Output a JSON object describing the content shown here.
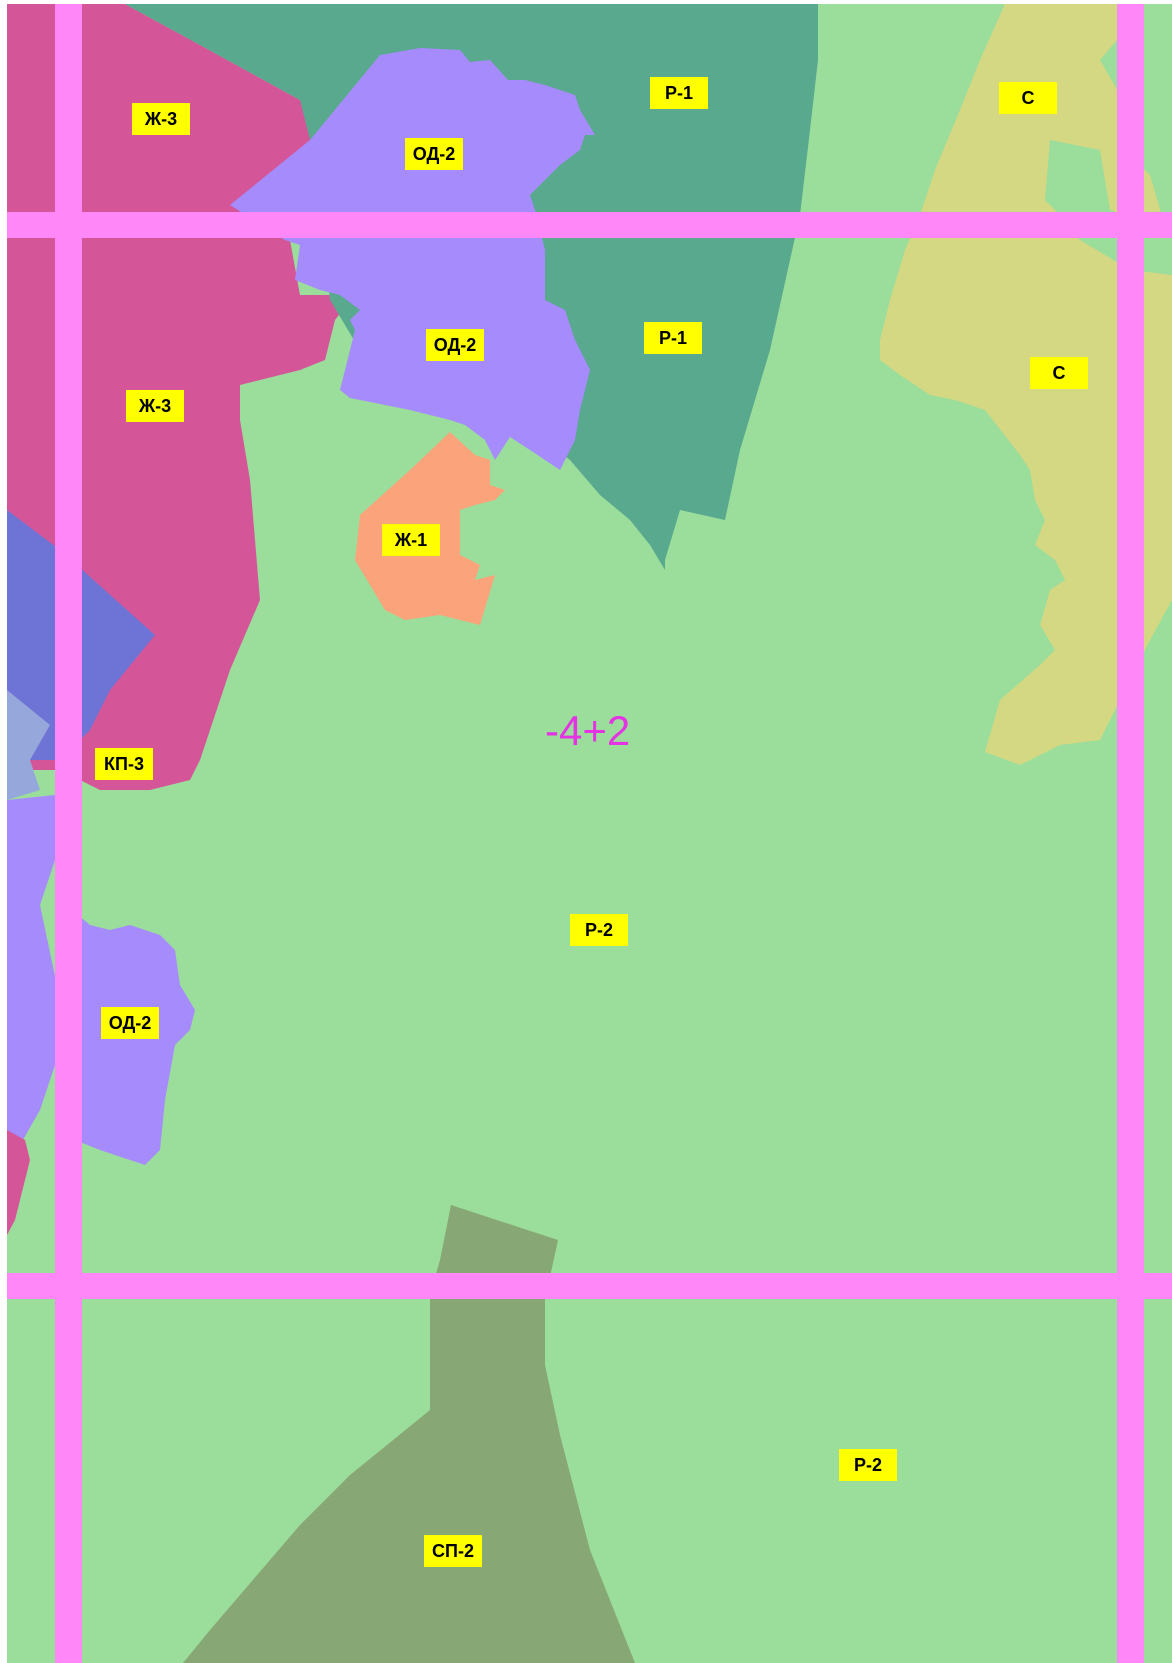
{
  "map": {
    "colors": {
      "base": "#9bdd9b",
      "zh3": "#d45699",
      "r1": "#58a98e",
      "od2": "#a68bfc",
      "s": "#d4d882",
      "zh1": "#fba47b",
      "blue": "#6e73d6",
      "lightblue": "#96a7dc",
      "sp2": "#87a874",
      "grid": "#ff87f7",
      "label_bg": "#ffff00",
      "sheet_number": "#e532e5"
    },
    "sheet_number": "-4+2",
    "zone_labels": [
      "Ж-3",
      "ОД-2",
      "Р-1",
      "С",
      "Ж-3",
      "ОД-2",
      "Р-1",
      "С",
      "Ж-1",
      "КП-3",
      "Р-2",
      "ОД-2",
      "СП-2",
      "Р-2"
    ]
  }
}
